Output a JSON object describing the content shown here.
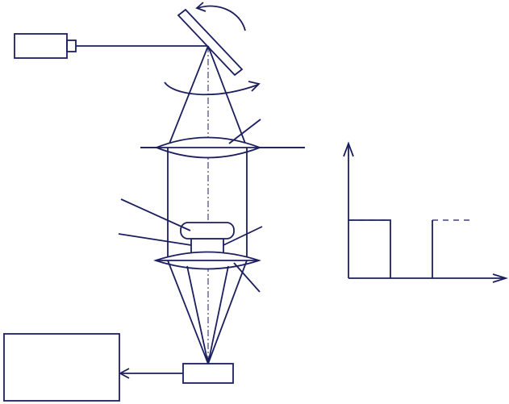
{
  "figure": {
    "stroke_color": "#1c1f5e",
    "background_color": "#ffffff",
    "labels": []
  },
  "components": [
    {
      "id": "laser-source",
      "icon": "laser-box-icon"
    },
    {
      "id": "scanning-mirror",
      "icon": "tilted-mirror-icon"
    },
    {
      "id": "rotation-arrow-mirror",
      "icon": "curved-arrow-icon"
    },
    {
      "id": "rotation-arrow-beam",
      "icon": "curved-arrow-icon"
    },
    {
      "id": "upper-lens",
      "icon": "convex-lens-icon"
    },
    {
      "id": "sample-holder",
      "icon": "mushroom-sample-icon"
    },
    {
      "id": "lower-lens",
      "icon": "convex-lens-icon"
    },
    {
      "id": "detector",
      "icon": "detector-box-icon"
    },
    {
      "id": "processing-unit",
      "icon": "computer-box-icon"
    },
    {
      "id": "signal-plot",
      "icon": "square-pulse-graph-icon"
    }
  ]
}
